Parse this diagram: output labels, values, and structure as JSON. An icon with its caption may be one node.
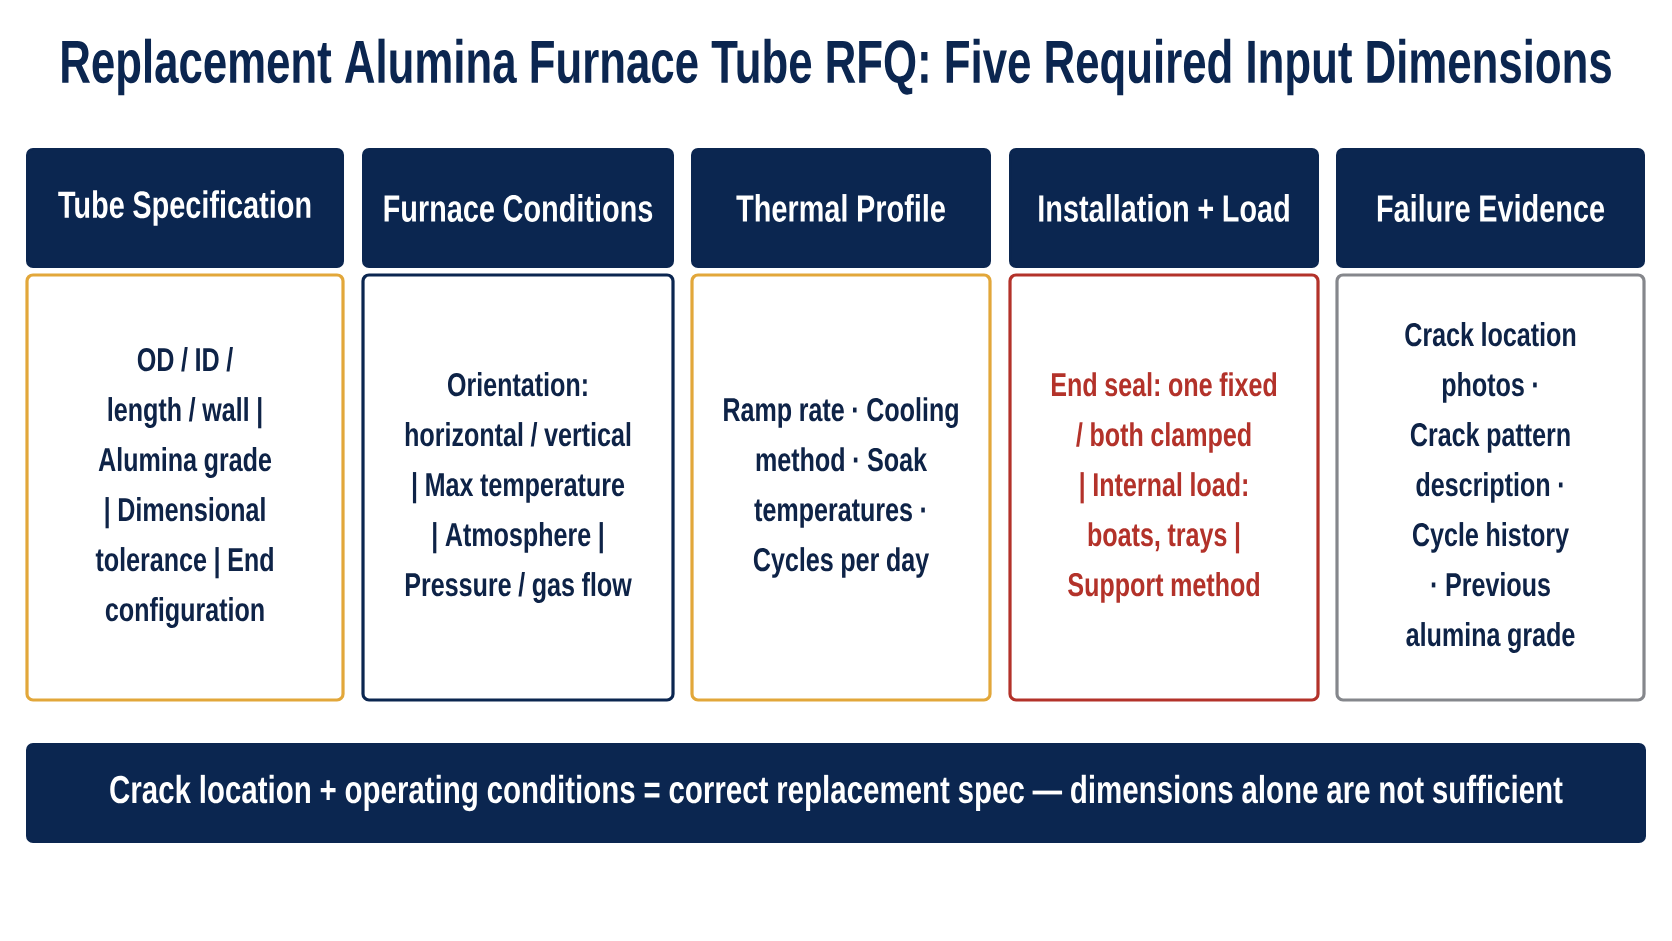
{
  "diagram": {
    "title": "Replacement Alumina Furnace Tube RFQ: Five Required Input Dimensions",
    "nodes": [
      {
        "text": [
          "Tube Specification"
        ]
      },
      {
        "text": [
          "Furnace Conditions"
        ]
      },
      {
        "text": [
          "Thermal Profile"
        ]
      },
      {
        "text": [
          "Installation + Load"
        ]
      },
      {
        "text": [
          "Failure Evidence"
        ]
      },
      {
        "text": [
          "OD / ID / length / wall | Alumina grade | Dimensional tolerance | End configuration"
        ]
      },
      {
        "text": [
          "Orientation: horizontal / vertical | Max temperature | Atmosphere | Pressure / gas flow"
        ]
      },
      {
        "text": [
          "Ramp rate · Cooling method · Soak temperatures · Cycles per day"
        ]
      },
      {
        "text": [
          "End seal: one fixed / both clamped | Internal load: boats, trays | Support method"
        ]
      },
      {
        "text": [
          "Crack location photos · Crack pattern description · Cycle history · Previous alumina grade"
        ]
      },
      {
        "text": [
          "Crack location + operating conditions = correct replacement spec — dimensions alone are not sufficient"
        ]
      }
    ]
  }
}
